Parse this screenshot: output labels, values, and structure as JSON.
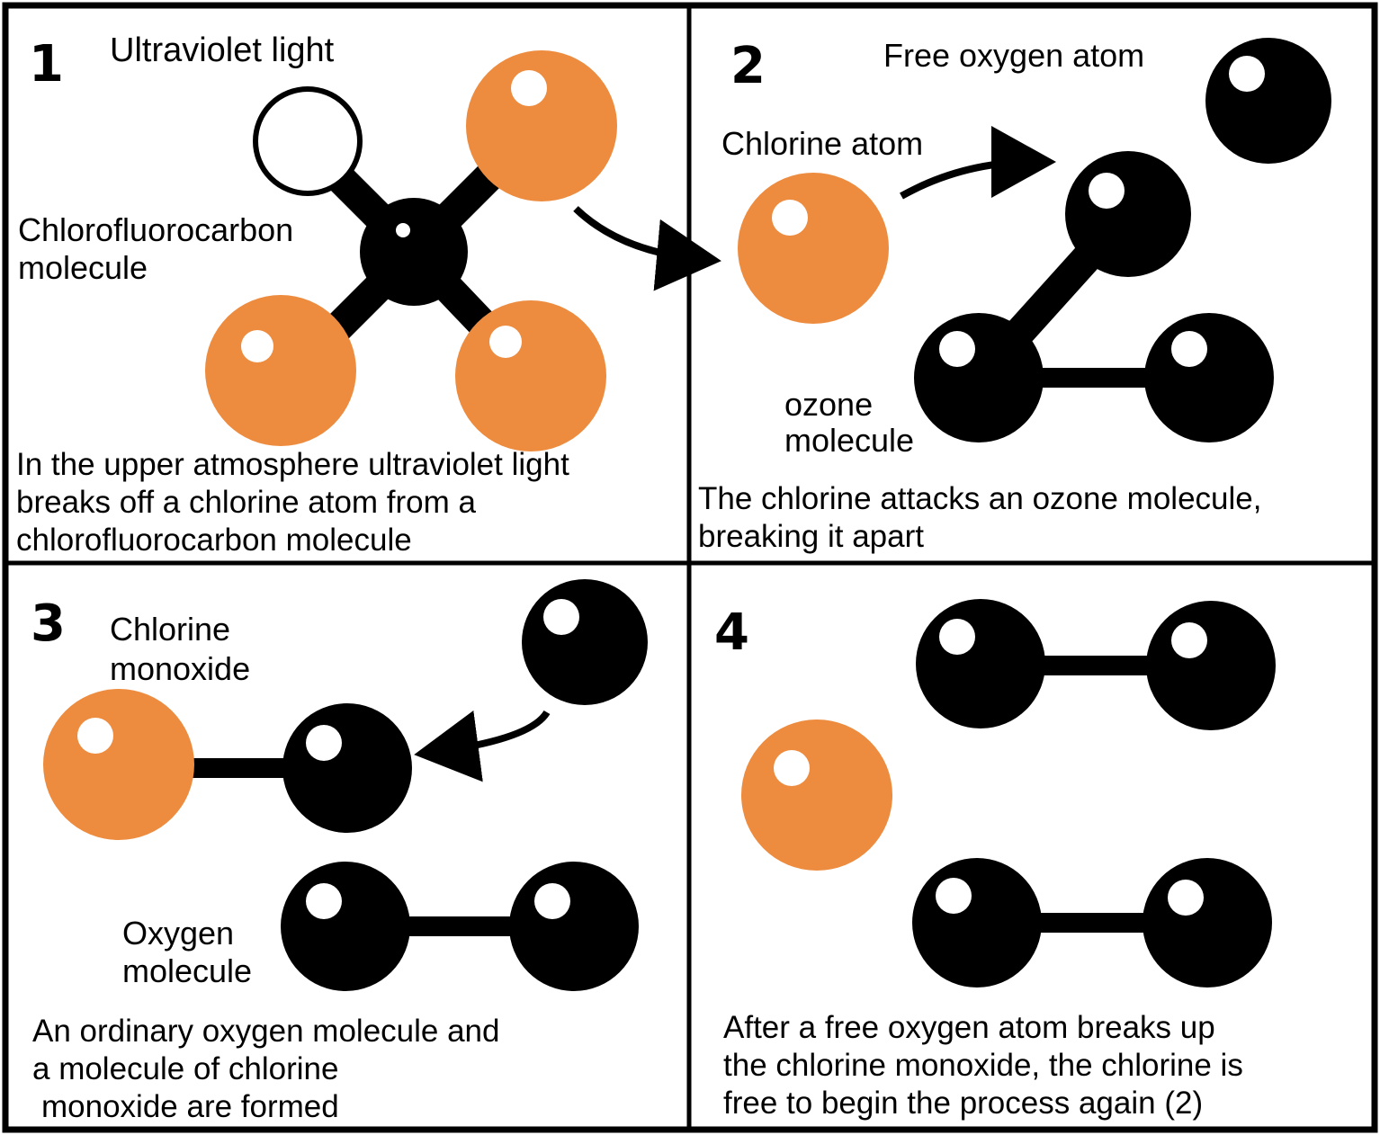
{
  "colors": {
    "chlorine": "#ed8b3e",
    "atom": "#000000",
    "highlight": "#ffffff",
    "border": "#000000",
    "background": "#ffffff"
  },
  "panels": [
    {
      "number": "1",
      "labels": {
        "uv": "Ultraviolet light",
        "cfc_1": "Chlorofluorocarbon",
        "cfc_2": "molecule"
      },
      "caption": [
        "In the upper atmosphere ultraviolet light",
        "breaks off a chlorine atom from a",
        "chlorofluorocarbon molecule"
      ]
    },
    {
      "number": "2",
      "labels": {
        "free_oxygen": "Free oxygen atom",
        "chlorine_atom": "Chlorine atom",
        "ozone_1": "ozone",
        "ozone_2": "molecule"
      },
      "caption": [
        "The chlorine attacks an ozone molecule,",
        "breaking it apart"
      ]
    },
    {
      "number": "3",
      "labels": {
        "clo_1": "Chlorine",
        "clo_2": "monoxide",
        "oxy_1": "Oxygen",
        "oxy_2": "molecule"
      },
      "caption": [
        "An ordinary oxygen molecule and",
        "a molecule of chlorine",
        "monoxide are formed"
      ]
    },
    {
      "number": "4",
      "labels": {},
      "caption": [
        "After a free oxygen atom breaks up",
        "the chlorine monoxide, the chlorine is",
        "free to begin the process again (2)"
      ]
    }
  ]
}
